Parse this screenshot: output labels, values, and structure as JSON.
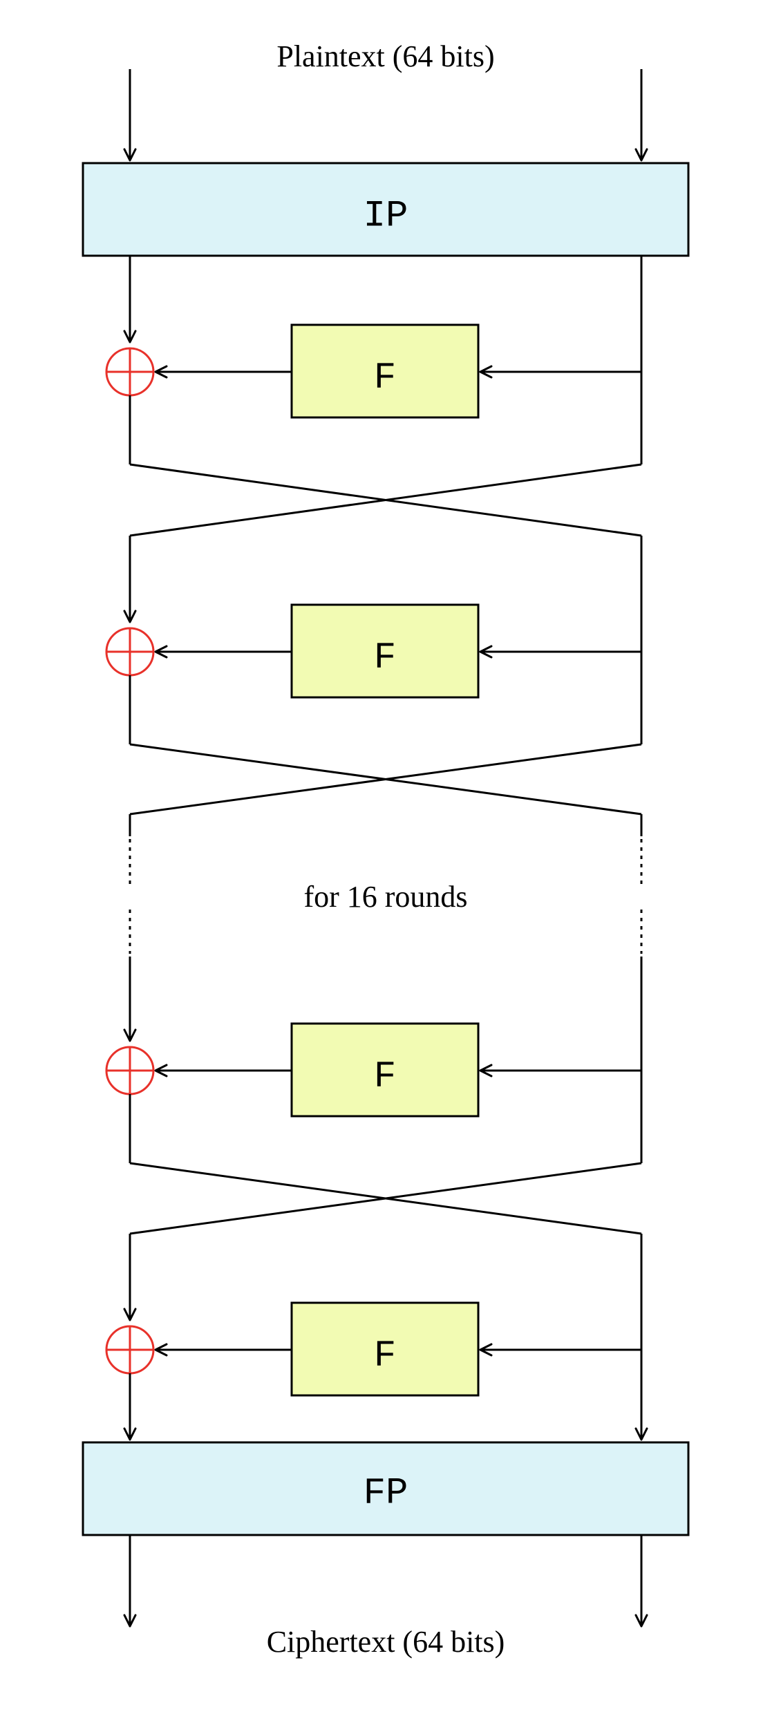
{
  "diagram": {
    "input_label": "Plaintext (64 bits)",
    "output_label": "Ciphertext (64 bits)",
    "initial_permutation": "IP",
    "final_permutation": "FP",
    "round_function": "F",
    "rounds_note": "for 16 rounds"
  },
  "colors": {
    "permutation_fill": "#dcf3f8",
    "function_fill": "#f2fbb3",
    "xor_stroke": "#e8312a",
    "line": "#000000"
  },
  "icons": {
    "xor": "xor-circle-plus-icon",
    "arrowhead": "arrowhead-icon"
  }
}
